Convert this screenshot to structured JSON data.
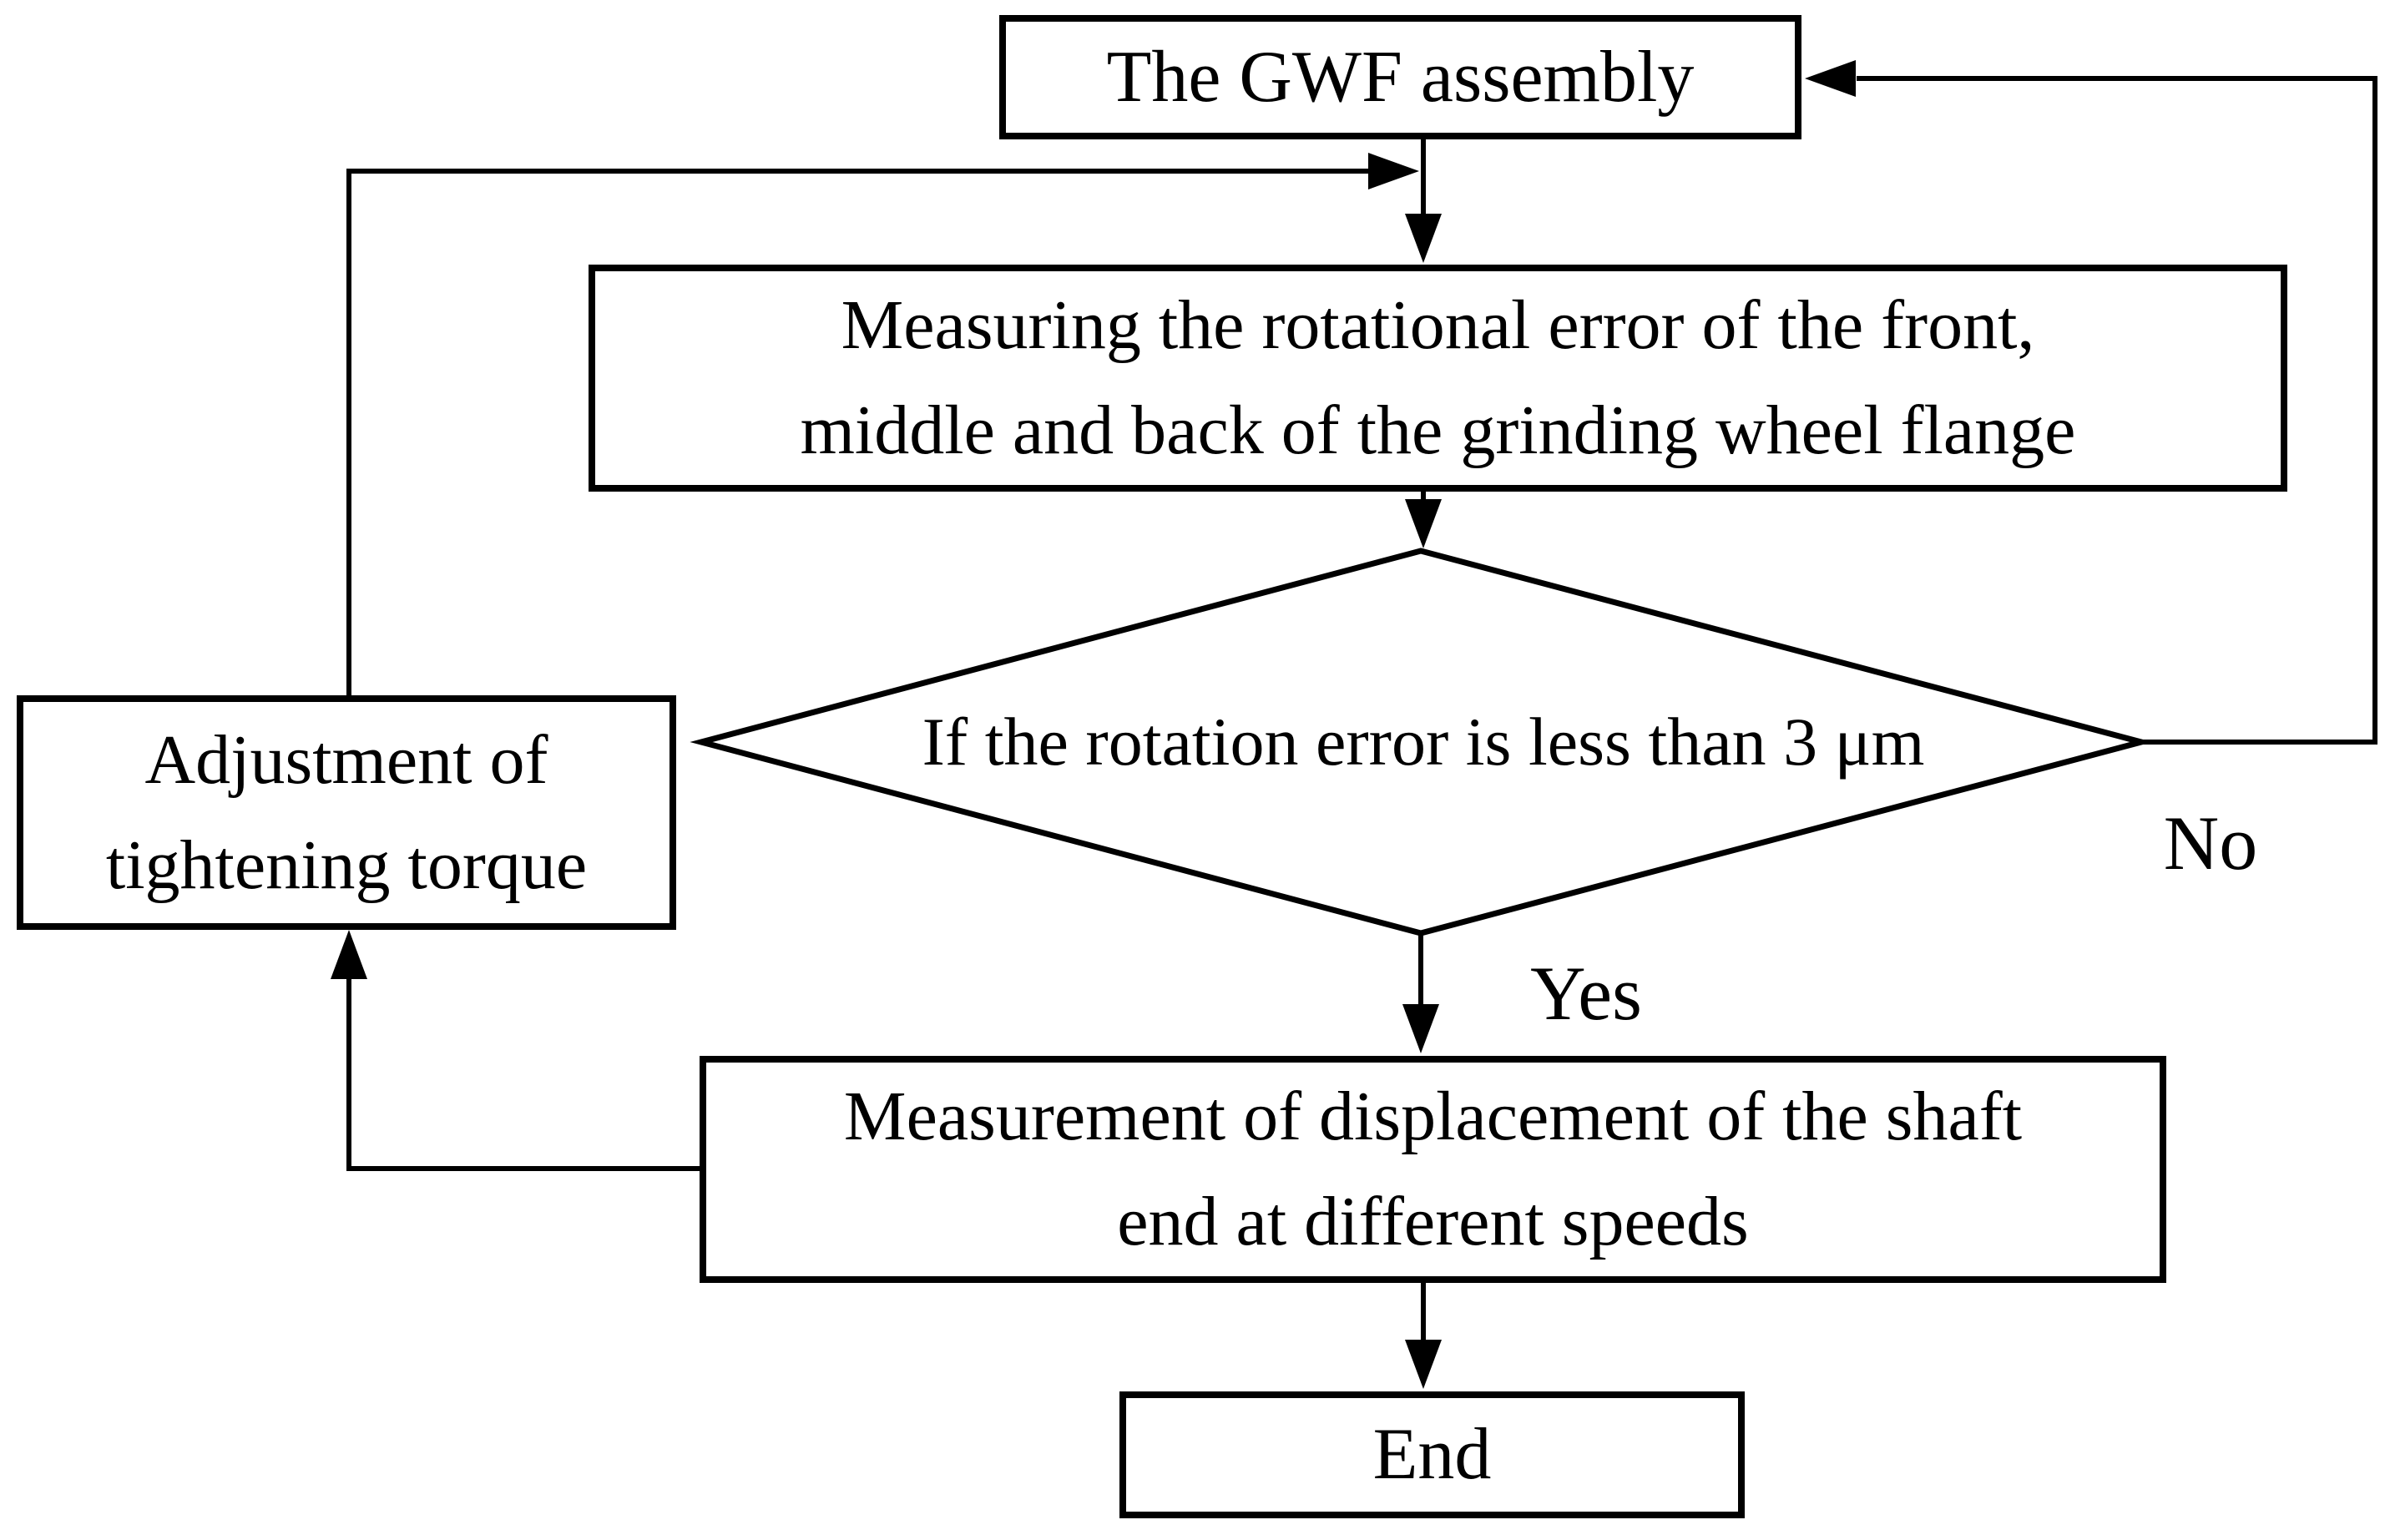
{
  "colors": {
    "background": "#ffffff",
    "line": "#000000",
    "text": "#000000"
  },
  "nodes": {
    "gwf_assembly": {
      "label": "The GWF assembly"
    },
    "measure_rotation": {
      "line1": "Measuring the rotational error of the front,",
      "line2": "middle and back of the grinding wheel flange"
    },
    "decision": {
      "label": "If the rotation error is less than 3 μm"
    },
    "adjust_torque": {
      "line1": "Adjustment of",
      "line2": "tightening torque"
    },
    "measure_displacement": {
      "line1": "Measurement of displacement of the shaft",
      "line2": "end at different speeds"
    },
    "end": {
      "label": "End"
    }
  },
  "branch_labels": {
    "yes": "Yes",
    "no": "No"
  }
}
